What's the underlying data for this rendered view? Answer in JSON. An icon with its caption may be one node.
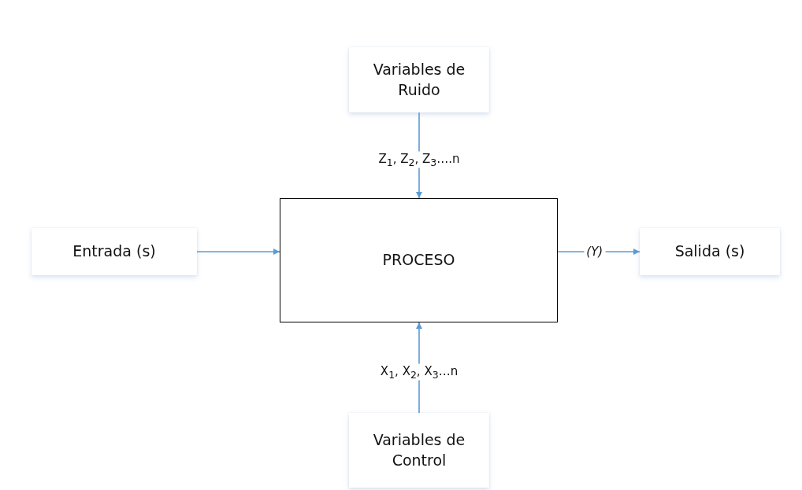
{
  "diagram": {
    "nodes": [
      {
        "text": [
          "Variables de Ruido"
        ]
      },
      {
        "text": [
          "Entrada (s)"
        ]
      },
      {
        "text": [
          "PROCESO"
        ]
      },
      {
        "text": [
          "Salida (s)"
        ]
      },
      {
        "text": [
          "Variables de Control"
        ]
      }
    ],
    "edges": [
      {
        "from": 0,
        "to": 2,
        "arrow": "to",
        "label": "Z$_{1}$, Z$_{2}$, Z$_{3}$….n"
      },
      {
        "from": 1,
        "to": 2,
        "arrow": "to"
      },
      {
        "from": 2,
        "to": 3,
        "arrow": "to",
        "label": "(Y)"
      },
      {
        "from": 4,
        "to": 2,
        "arrow": "to",
        "label": "X$_{1}$, X$_{2}$, X$_{3}$…n"
      }
    ]
  }
}
